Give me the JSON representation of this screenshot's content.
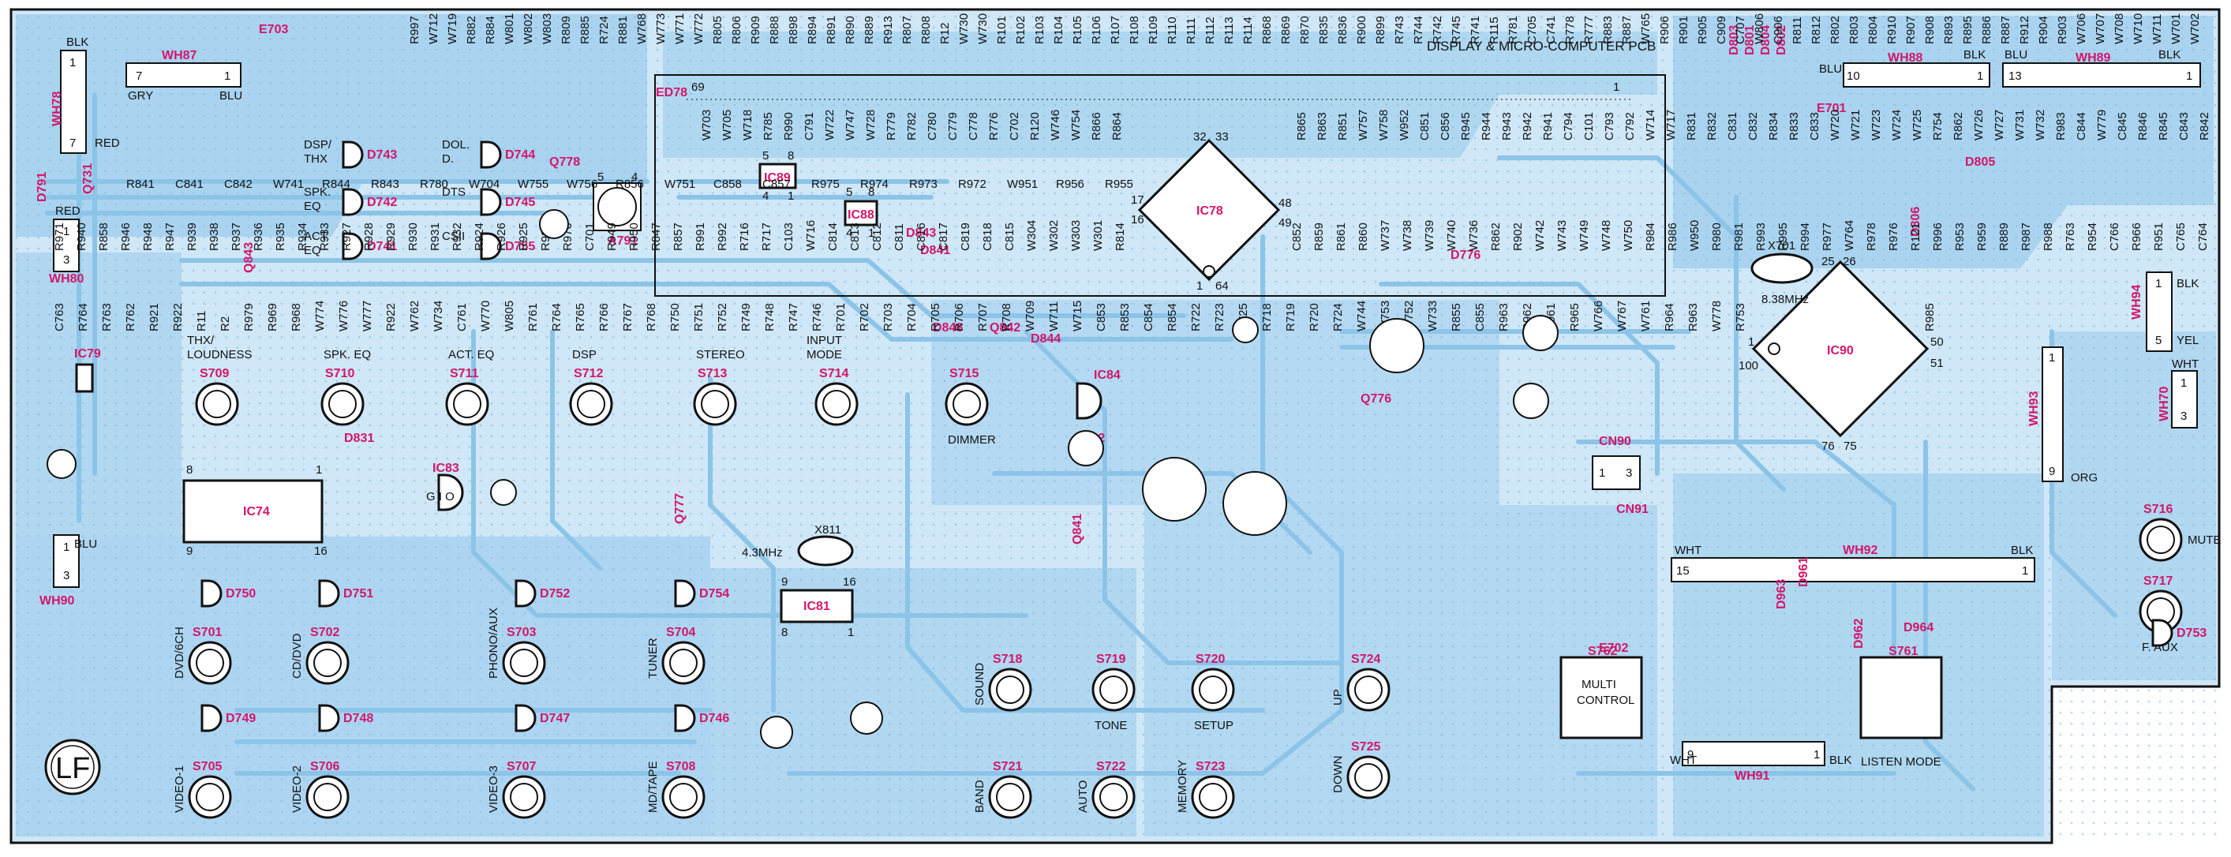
{
  "board": {
    "title": "DISPLAY & MICRO-COMPUTER PCB",
    "logo_text": "LF",
    "colors": {
      "copper": "#a9d3ef",
      "outline": "#111111",
      "ref_highlight": "#d4166a",
      "background": "#ffffff"
    }
  },
  "ics": [
    {
      "ref": "IC78",
      "kind": "qfp"
    },
    {
      "ref": "IC90",
      "kind": "qfp"
    },
    {
      "ref": "IC74",
      "kind": "dip"
    },
    {
      "ref": "IC81",
      "kind": "dip"
    },
    {
      "ref": "IC88",
      "kind": "small"
    },
    {
      "ref": "IC89",
      "kind": "small"
    },
    {
      "ref": "IC83",
      "kind": "to92"
    },
    {
      "ref": "IC84",
      "kind": "to92"
    },
    {
      "ref": "IC79",
      "kind": "small"
    }
  ],
  "display": {
    "ref": "ED78",
    "pin_first": "69",
    "pin_last": "1"
  },
  "crystals": [
    {
      "ref": "X701",
      "freq": "8.38MHz"
    },
    {
      "ref": "X811",
      "freq": "4.3MHz"
    }
  ],
  "switches": [
    {
      "ref": "S709",
      "caption": "THX/ LOUDNESS"
    },
    {
      "ref": "S710",
      "caption": "SPK. EQ"
    },
    {
      "ref": "S711",
      "caption": "ACT. EQ"
    },
    {
      "ref": "S712",
      "caption": "DSP"
    },
    {
      "ref": "S713",
      "caption": "STEREO"
    },
    {
      "ref": "S714",
      "caption": "INPUT MODE"
    },
    {
      "ref": "S715",
      "caption": "DIMMER"
    },
    {
      "ref": "S701",
      "caption": "DVD/6CH"
    },
    {
      "ref": "S702",
      "caption": "CD/DVD"
    },
    {
      "ref": "S703",
      "caption": "PHONO/AUX"
    },
    {
      "ref": "S704",
      "caption": "TUNER"
    },
    {
      "ref": "S705",
      "caption": "VIDEO-1"
    },
    {
      "ref": "S706",
      "caption": "VIDEO-2"
    },
    {
      "ref": "S707",
      "caption": "VIDEO-3"
    },
    {
      "ref": "S708",
      "caption": "MD/TAPE"
    },
    {
      "ref": "S718",
      "caption": "SOUND"
    },
    {
      "ref": "S719",
      "caption": "TONE"
    },
    {
      "ref": "S720",
      "caption": "SETUP"
    },
    {
      "ref": "S721",
      "caption": "BAND"
    },
    {
      "ref": "S722",
      "caption": "AUTO"
    },
    {
      "ref": "S723",
      "caption": "MEMORY"
    },
    {
      "ref": "S724",
      "caption": "UP"
    },
    {
      "ref": "S725",
      "caption": "DOWN"
    },
    {
      "ref": "S716",
      "caption": "MUTE"
    },
    {
      "ref": "S717",
      "caption": "F. AUX"
    },
    {
      "ref": "S762",
      "caption": "MULTI CONTROL"
    },
    {
      "ref": "S761",
      "caption": "LISTEN MODE"
    }
  ],
  "leds": [
    {
      "ref": "D743",
      "caption": "DSP/ THX"
    },
    {
      "ref": "D742",
      "caption": "SPK. EQ"
    },
    {
      "ref": "D741",
      "caption": "ACT. EQ"
    },
    {
      "ref": "D744",
      "caption": "DOL. D."
    },
    {
      "ref": "D745",
      "caption": "DTS"
    },
    {
      "ref": "D755",
      "caption": "CSII"
    },
    {
      "ref": "D750"
    },
    {
      "ref": "D751"
    },
    {
      "ref": "D752"
    },
    {
      "ref": "D754"
    },
    {
      "ref": "D749"
    },
    {
      "ref": "D748"
    },
    {
      "ref": "D747"
    },
    {
      "ref": "D746"
    },
    {
      "ref": "D753"
    }
  ],
  "connectors": [
    {
      "ref": "WH87",
      "left": "7",
      "right": "1",
      "end_left": "GRY",
      "end_right": "BLU"
    },
    {
      "ref": "WH78",
      "top": "1",
      "bottom": "7",
      "end_top": "BLK",
      "end_bottom": "RED"
    },
    {
      "ref": "WH80",
      "top": "1",
      "bottom": "3",
      "end_top": "RED"
    },
    {
      "ref": "WH90",
      "top": "1",
      "bottom": "3",
      "end_top": "BLU"
    },
    {
      "ref": "WH88",
      "left": "10",
      "right": "1",
      "end_left": "BLU",
      "end_right": "BLK"
    },
    {
      "ref": "WH89",
      "left": "13",
      "right": "1",
      "end_left": "BLU",
      "end_right": "BLK"
    },
    {
      "ref": "WH94",
      "top": "1",
      "bottom": "5",
      "end_top": "BLK",
      "end_bottom": "YEL"
    },
    {
      "ref": "WH70",
      "top": "1",
      "bottom": "3",
      "end_top": "WHT"
    },
    {
      "ref": "WH93",
      "top": "1",
      "bottom": "9",
      "end_bottom": "ORG"
    },
    {
      "ref": "WH92",
      "left": "15",
      "right": "1",
      "end_left": "WHT",
      "end_right": "BLK"
    },
    {
      "ref": "WH91",
      "left": "9",
      "right": "1",
      "end_left": "WHT",
      "end_right": "BLK"
    },
    {
      "ref": "CN90",
      "left": "1",
      "right": "3"
    },
    {
      "ref": "CN91"
    }
  ],
  "pink_refs": [
    "E703",
    "E701",
    "E702",
    "D803",
    "D801",
    "D804",
    "D802",
    "D805",
    "D806",
    "D843",
    "D841",
    "D846",
    "Q842",
    "D844",
    "D842",
    "Q841",
    "Q776",
    "D776",
    "Q778",
    "A791",
    "Q731",
    "D791",
    "Q843",
    "D831",
    "Q777",
    "D963",
    "D961",
    "D962",
    "D964"
  ],
  "labels": [
    "R997",
    "W712",
    "W719",
    "R882",
    "R884",
    "W801",
    "W802",
    "W803",
    "R809",
    "R885",
    "R724",
    "R881",
    "W768",
    "W773",
    "W771",
    "W772",
    "R805",
    "R806",
    "R909",
    "R888",
    "R898",
    "R894",
    "R891",
    "R890",
    "R889",
    "R913",
    "R807",
    "R808",
    "R12",
    "W730",
    "W730",
    "R101",
    "R102",
    "R103",
    "R104",
    "R105",
    "R106",
    "R107",
    "R108",
    "R109",
    "R110",
    "R111",
    "R112",
    "R113",
    "R114",
    "R868",
    "R869",
    "R870",
    "R835",
    "R836",
    "R900",
    "R899",
    "R743",
    "R744",
    "R742",
    "R745",
    "R741",
    "R115",
    "R781",
    "C705",
    "C741",
    "R778",
    "R777",
    "R883",
    "R887",
    "W765",
    "R906",
    "R901",
    "R905",
    "C909",
    "C707",
    "W806",
    "C906",
    "R811",
    "R812",
    "R802",
    "R803",
    "R804",
    "R910",
    "R907",
    "R908",
    "R893",
    "R895",
    "R886",
    "R887",
    "R912",
    "R904",
    "R903",
    "W706",
    "W707",
    "W708",
    "W710",
    "W711",
    "W701",
    "W702",
    "W703",
    "W705",
    "W718",
    "R785",
    "R990",
    "C791",
    "W722",
    "W747",
    "W728",
    "R779",
    "R782",
    "C780",
    "C779",
    "C778",
    "R776",
    "C702",
    "R120",
    "W746",
    "W754",
    "R866",
    "R864",
    "R865",
    "R863",
    "R851",
    "W757",
    "W758",
    "W952",
    "C851",
    "C856",
    "R945",
    "R944",
    "R943",
    "R942",
    "R941",
    "C794",
    "C101",
    "C793",
    "C792",
    "W714",
    "W717",
    "R831",
    "R832",
    "C831",
    "C832",
    "R834",
    "R833",
    "C833",
    "W720",
    "W721",
    "W723",
    "W724",
    "W725",
    "R754",
    "R862",
    "W726",
    "W727",
    "W731",
    "W732",
    "R983",
    "C844",
    "W779",
    "C845",
    "R846",
    "R845",
    "C843",
    "R842",
    "R841",
    "C841",
    "C842",
    "W741",
    "R844",
    "R843",
    "R780",
    "W704",
    "W755",
    "W756",
    "R856",
    "W751",
    "C858",
    "C857",
    "R975",
    "R974",
    "R973",
    "R972",
    "W951",
    "R956",
    "R955",
    "R971",
    "R940",
    "R858",
    "R946",
    "R948",
    "R947",
    "R939",
    "R938",
    "R937",
    "R936",
    "R935",
    "R934",
    "R933",
    "R927",
    "R928",
    "R929",
    "R930",
    "R931",
    "R932",
    "R924",
    "R926",
    "R925",
    "R923",
    "R970",
    "C701",
    "R949",
    "R950",
    "R847",
    "R857",
    "R991",
    "R992",
    "R716",
    "R717",
    "C103",
    "W716",
    "C814",
    "C813",
    "C812",
    "C811",
    "C816",
    "C817",
    "C819",
    "C818",
    "C815",
    "W304",
    "W302",
    "W303",
    "W301",
    "R814",
    "C852",
    "R859",
    "R861",
    "R860",
    "W737",
    "W738",
    "W739",
    "W740",
    "W736",
    "R862",
    "R902",
    "W742",
    "W743",
    "W749",
    "W748",
    "W750",
    "R984",
    "R986",
    "W950",
    "R980",
    "R981",
    "R993",
    "R995",
    "R994",
    "R977",
    "W764",
    "R978",
    "R976",
    "R121",
    "R996",
    "R953",
    "R959",
    "R889",
    "R987",
    "R988",
    "R763",
    "R954",
    "C766",
    "R966",
    "R951",
    "C765",
    "C764",
    "C763",
    "R764",
    "R763",
    "R762",
    "R921",
    "R922",
    "R11",
    "R2",
    "R979",
    "R969",
    "R968",
    "W774",
    "W776",
    "W777",
    "R922",
    "W762",
    "W734",
    "C761",
    "W770",
    "W805",
    "R761",
    "R764",
    "R765",
    "R766",
    "R767",
    "R768",
    "R750",
    "R751",
    "R752",
    "R749",
    "R748",
    "R747",
    "R746",
    "R701",
    "R702",
    "R703",
    "R704",
    "R705",
    "R706",
    "R707",
    "R708",
    "W709",
    "W711",
    "W715",
    "C853",
    "R853",
    "C854",
    "R854",
    "R722",
    "R723",
    "R725",
    "R718",
    "R719",
    "R720",
    "R724",
    "W744",
    "W753",
    "W752",
    "W733",
    "R855",
    "C855",
    "R963",
    "R962",
    "R961",
    "R965",
    "W766",
    "W767",
    "W761",
    "R964",
    "R963",
    "W778",
    "R753",
    "R985"
  ]
}
